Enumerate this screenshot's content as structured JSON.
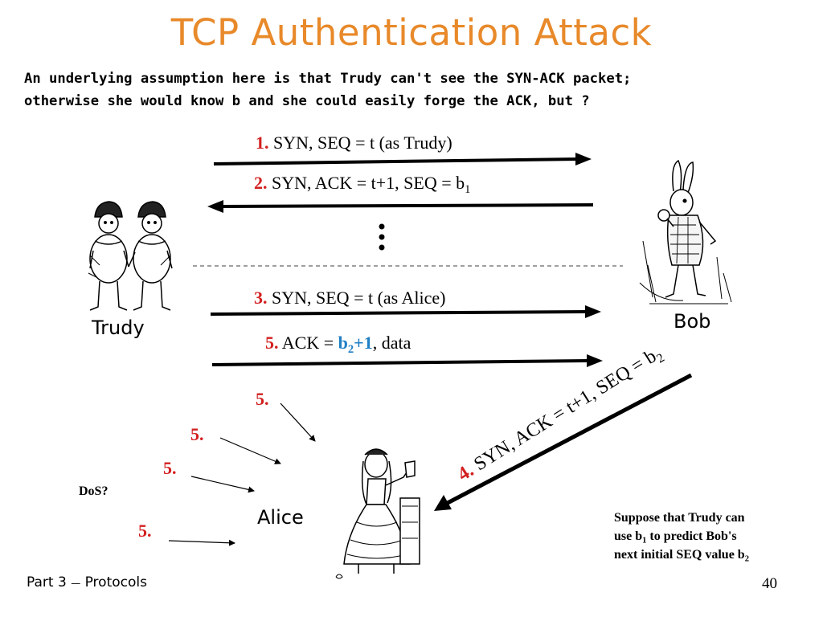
{
  "slide": {
    "title": "TCP Authentication Attack",
    "intro_line1": "An underlying assumption here is that Trudy can't see the SYN-ACK packet;",
    "intro_line2": "otherwise she would know b and she could easily forge the ACK, but ?"
  },
  "messages": {
    "m1": {
      "num": "1.",
      "text": " SYN, SEQ = t (as Trudy)"
    },
    "m2": {
      "num": "2.",
      "text": "  SYN, ACK = t+1, SEQ = b",
      "sub": "1"
    },
    "m3": {
      "num": "3.",
      "text": "  SYN, SEQ = t  (as Alice)"
    },
    "m5": {
      "num": "5.",
      "text": "  ACK = ",
      "hl": "b",
      "hl_sub": "2",
      "hl_tail": "+1",
      "tail": ", data"
    },
    "m4": {
      "num": "4.",
      "text": "  SYN, ACK = t+1, SEQ = b",
      "sub": "2"
    }
  },
  "actors": {
    "trudy": "Trudy",
    "bob": "Bob",
    "alice": "Alice"
  },
  "flood": {
    "label": "5.",
    "dos": "DoS?"
  },
  "note": {
    "line1": "Suppose that Trudy can",
    "line2a": "use b",
    "line2_sub": "1",
    "line2b": " to predict Bob's",
    "line3a": "next initial SEQ value b",
    "line3_sub": "2"
  },
  "footer": {
    "part": "Part 3",
    "dash": "—",
    "section": "Protocols",
    "page": "40"
  },
  "colors": {
    "title": "#e8892a",
    "step_number": "#d32020",
    "highlight": "#1f7fc4"
  },
  "icons": {
    "trudy": "tweedle-twins-illustration",
    "bob": "white-rabbit-illustration",
    "alice": "alice-illustration"
  }
}
